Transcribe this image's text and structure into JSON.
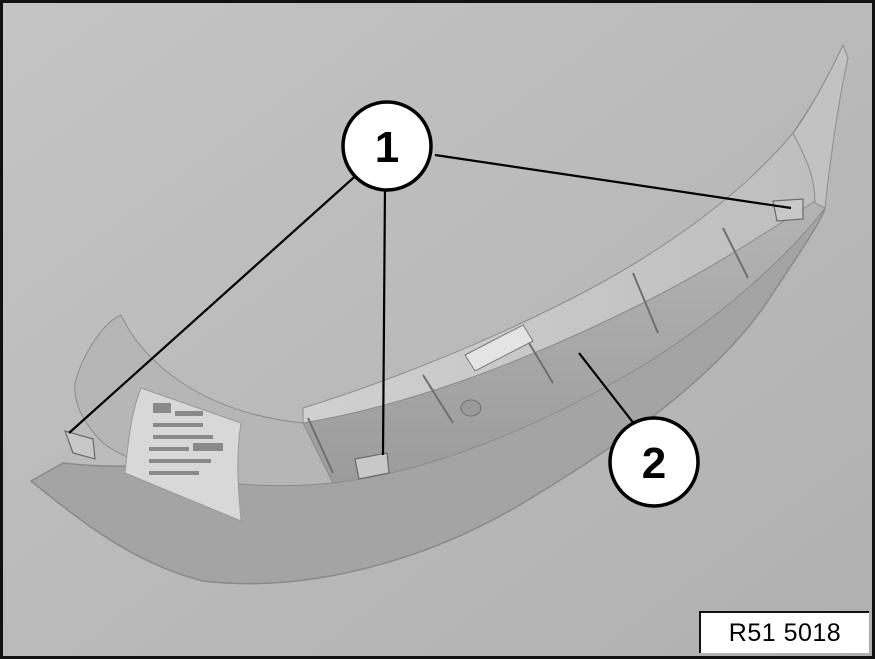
{
  "figure": {
    "callouts": [
      {
        "id": "callout-1",
        "label": "1"
      },
      {
        "id": "callout-2",
        "label": "2"
      }
    ],
    "reference_code": "R51 5018",
    "colors": {
      "background": "#b9b9b9",
      "part_light": "#b0b0b0",
      "part_face": "#a6a6a6",
      "part_shadow": "#8e8e8e",
      "label_sticker": "#d9d9d9",
      "outline": "#111111"
    }
  }
}
